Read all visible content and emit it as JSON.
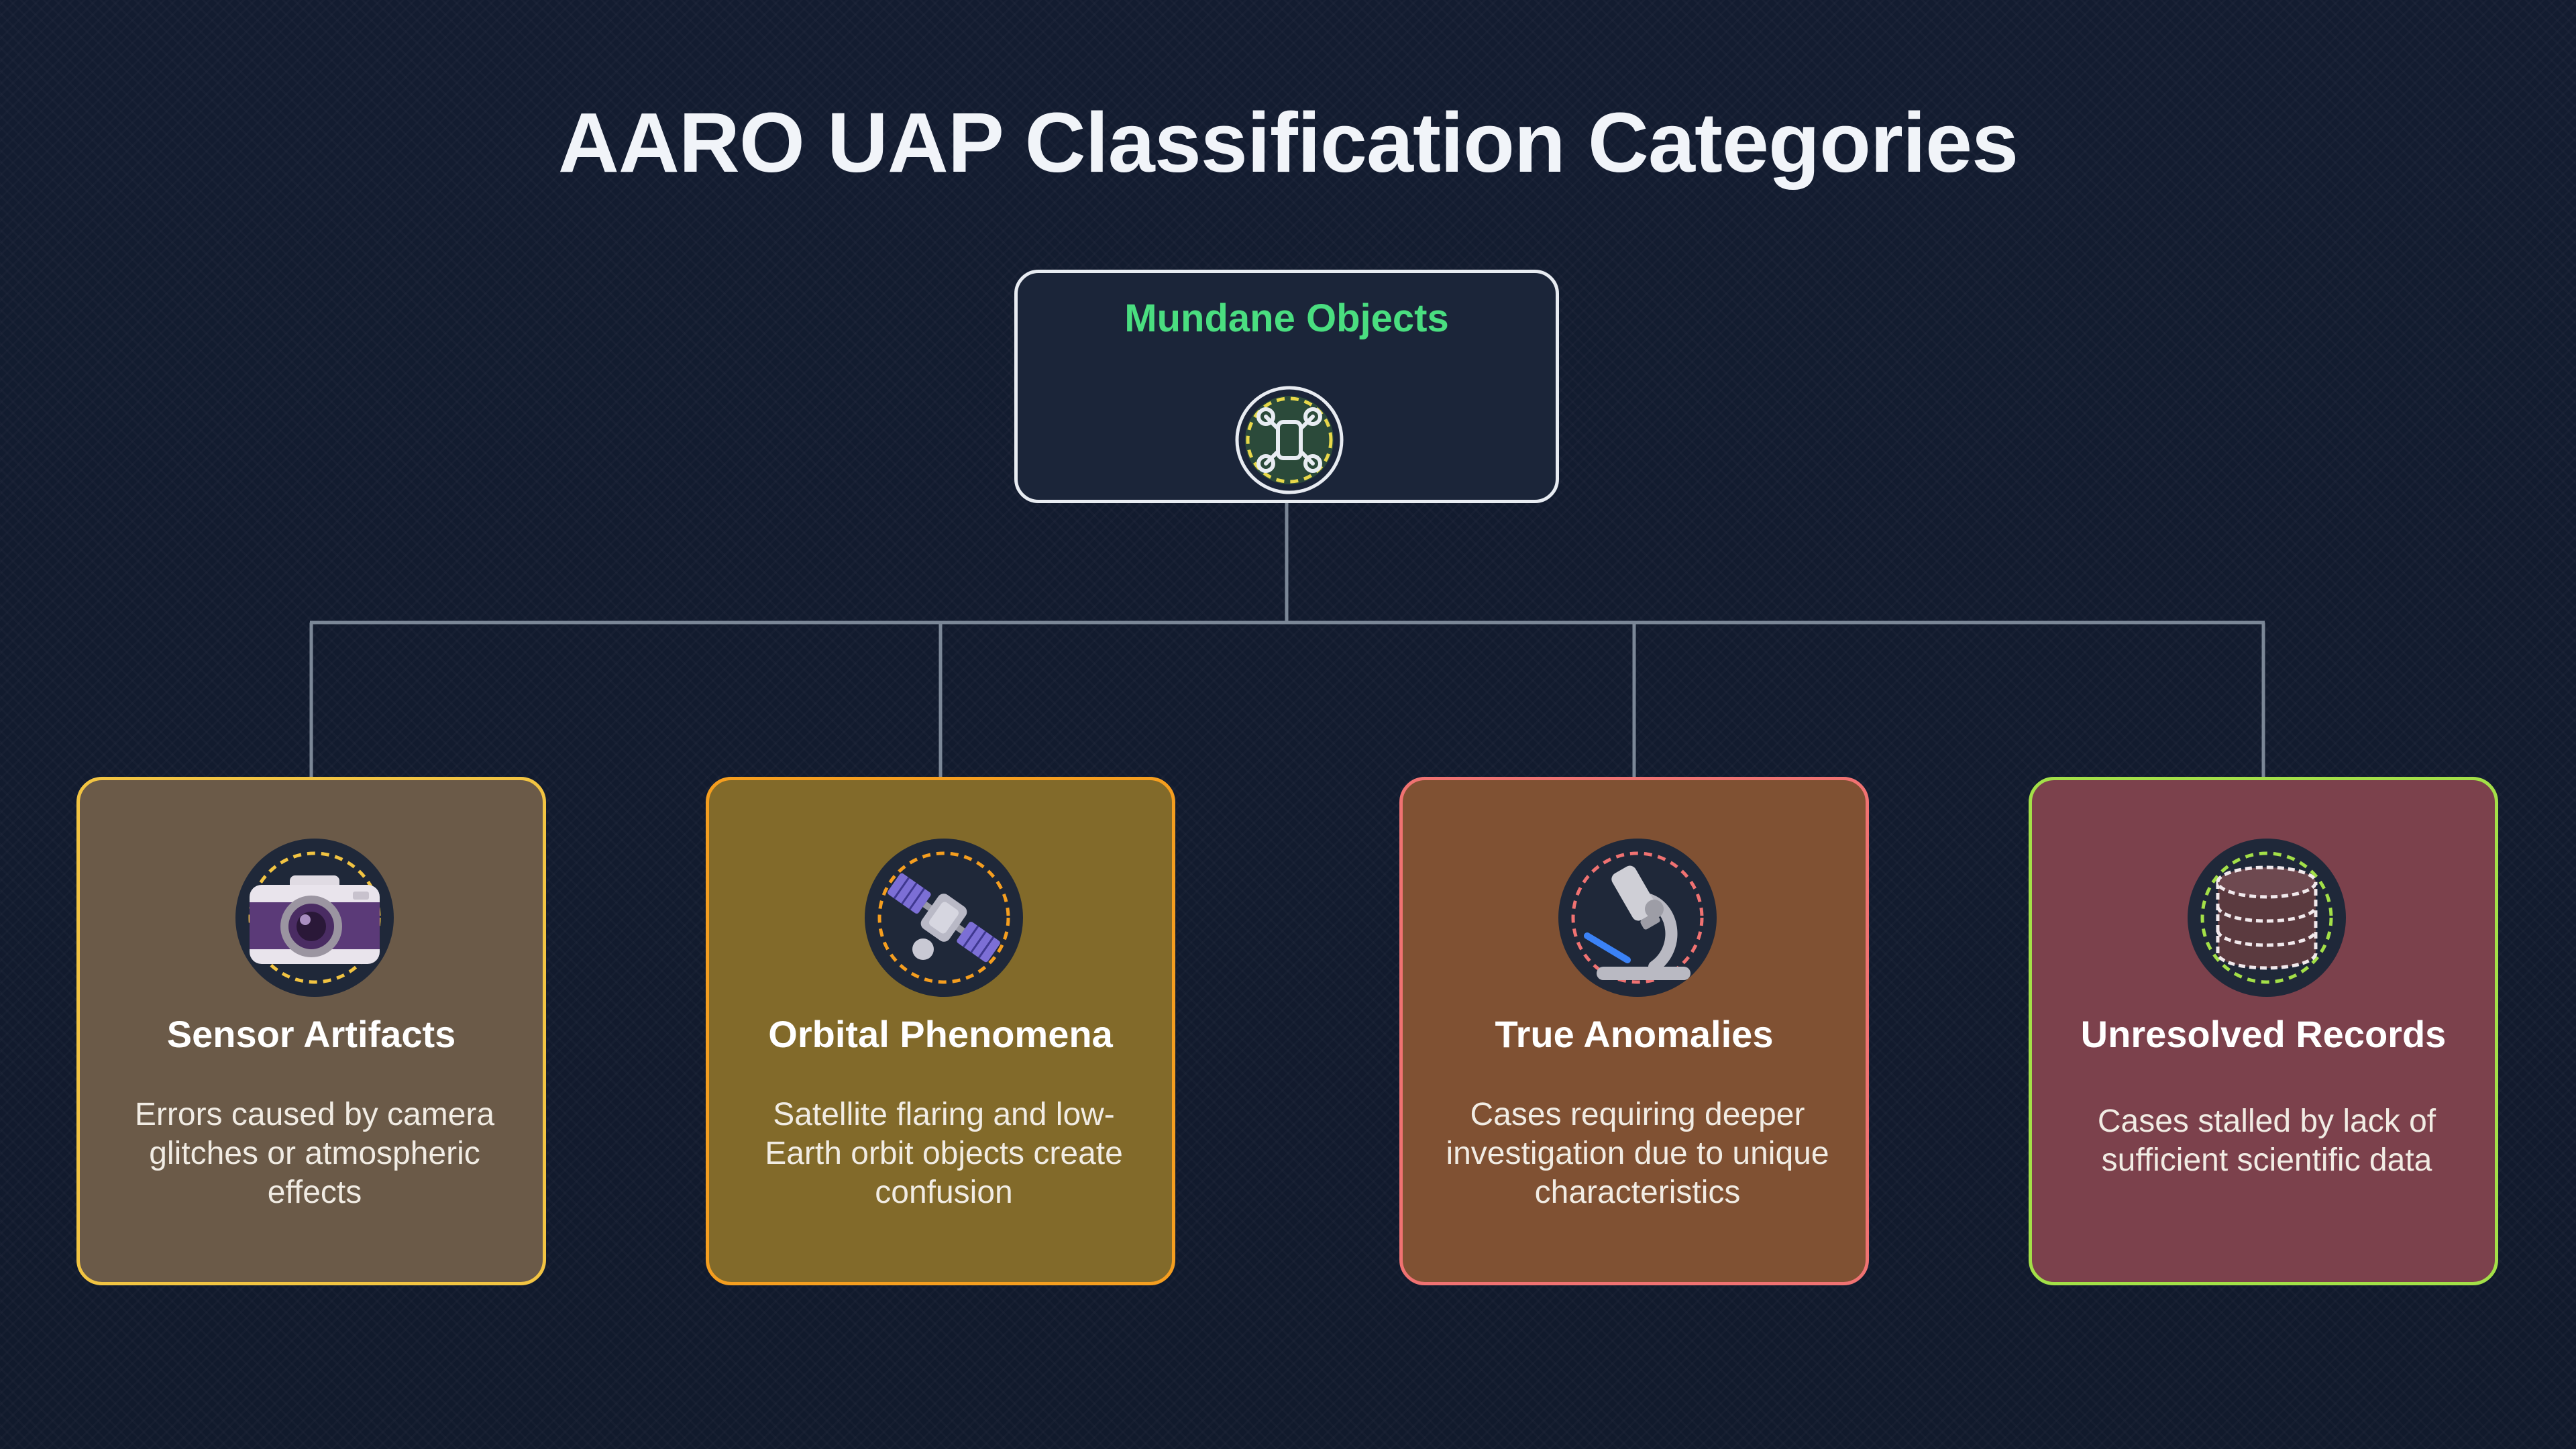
{
  "title": "AARO UAP Classification Categories",
  "root": {
    "label": "Mundane Objects",
    "label_color": "#4ade80",
    "icon": "drone-icon"
  },
  "categories": [
    {
      "title": "Sensor Artifacts",
      "description": "Errors caused by camera glitches or atmospheric effects",
      "icon": "camera-icon",
      "fill": "#6b5a48",
      "border": "#f2c442"
    },
    {
      "title": "Orbital Phenomena",
      "description": "Satellite flaring and low-Earth orbit objects create confusion",
      "icon": "satellite-icon",
      "fill": "#826a2a",
      "border": "#f59e1f"
    },
    {
      "title": "True Anomalies",
      "description": "Cases requiring deeper investigation due to unique characteristics",
      "icon": "microscope-icon",
      "fill": "#805133",
      "border": "#f07272"
    },
    {
      "title": "Unresolved Records",
      "description": "Cases stalled by lack of sufficient scientific data",
      "icon": "database-icon",
      "fill": "#7c414c",
      "border": "#a3e048"
    }
  ],
  "colors": {
    "background": "#121b2e",
    "connector": "#7b8797",
    "root_fill": "#1b2539",
    "root_border": "#e8ecf2"
  }
}
